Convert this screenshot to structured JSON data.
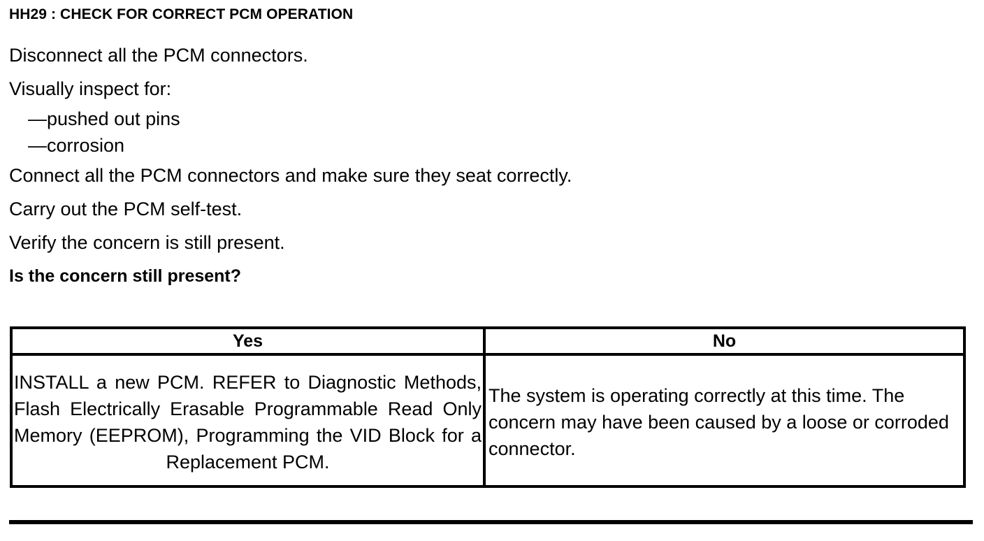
{
  "document": {
    "step_title": "HH29 : CHECK FOR CORRECT PCM OPERATION",
    "procedure": {
      "line_1": "Disconnect all the PCM connectors.",
      "line_2": "Visually inspect for:",
      "bullet_1": "—pushed out pins",
      "bullet_2": "—corrosion",
      "line_3": "Connect all the PCM connectors and make sure they seat correctly.",
      "line_4": "Carry out the PCM self-test.",
      "line_5": "Verify the concern is still present.",
      "question": "Is the concern still present?"
    },
    "decision_table": {
      "headers": {
        "yes": "Yes",
        "no": "No"
      },
      "cells": {
        "yes_action": "INSTALL a new PCM. REFER to Diagnostic Methods, Flash Electrically Erasable Programmable Read Only Memory (EEPROM), Programming the VID Block for a Replacement PCM.",
        "no_action": "The system is operating correctly at this time. The concern may have been caused by a loose or corroded connector."
      }
    },
    "colors": {
      "ink": "#000000",
      "paper": "#ffffff"
    }
  }
}
